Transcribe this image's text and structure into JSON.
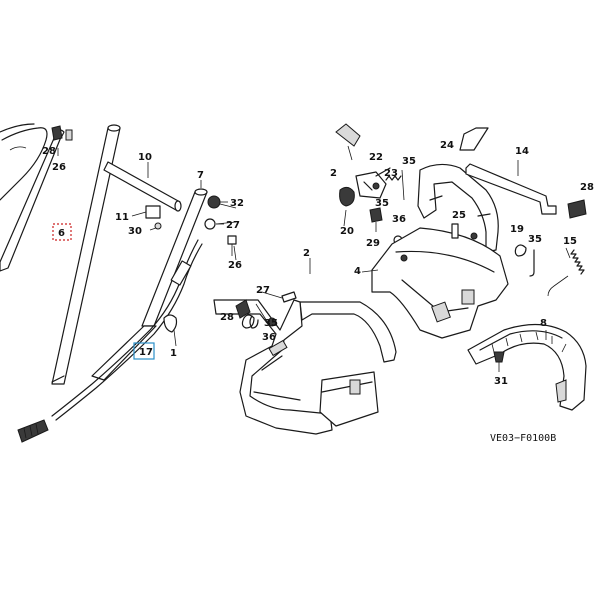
{
  "diagram_code": "VE03−F0100B",
  "part_numbers": {
    "p1": "1",
    "p2": "2",
    "p4": "4",
    "p6": "6",
    "p7": "7",
    "p8": "8",
    "p10": "10",
    "p11": "11",
    "p14": "14",
    "p15": "15",
    "p17": "17",
    "p19": "19",
    "p20": "20",
    "p22": "22",
    "p23": "23",
    "p24": "24",
    "p25": "25",
    "p26a": "26",
    "p26b": "26",
    "p27a": "27",
    "p27b": "27",
    "p28a": "28",
    "p28b": "28",
    "p29": "29",
    "p30": "30",
    "p31": "31",
    "p32": "32",
    "p35a": "35",
    "p35b": "35",
    "p35c": "35",
    "p36a": "36",
    "p36b": "36"
  },
  "highlight_colors": {
    "red": "#cc2222",
    "blue": "#2a8fc9"
  }
}
